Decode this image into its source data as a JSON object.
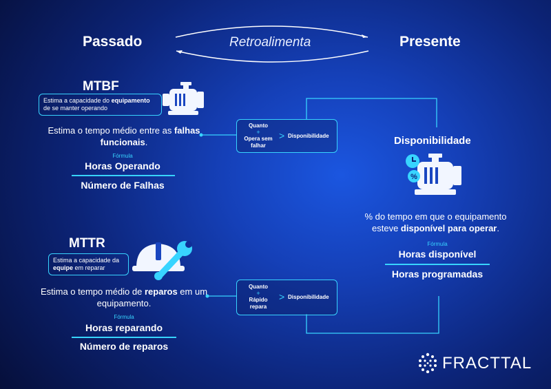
{
  "header": {
    "left": "Passado",
    "center": "Retroalimenta",
    "right": "Presente"
  },
  "mtbf": {
    "title": "MTBF",
    "callout_pre": "Estima a capacidade do ",
    "callout_bold": "equipamento",
    "callout_post": " de se manter operando",
    "desc_pre": "Estima o tempo médio entre as ",
    "desc_bold": "falhas funcionais",
    "desc_post": ".",
    "formula_label": "Fórmula",
    "numerator": "Horas Operando",
    "denominator": "Número de Falhas",
    "box_line1": "Quanto",
    "box_plus": "+",
    "box_line2": "Opera sem",
    "box_line3": "falhar",
    "box_gt": ">",
    "box_result": "Disponibilidade",
    "icon": "motor-pump-icon"
  },
  "mttr": {
    "title": "MTTR",
    "callout_pre": "Estima a capacidade da ",
    "callout_bold": "equipe",
    "callout_post": " em reparar",
    "desc_pre": "Estima o tempo médio de ",
    "desc_bold": "reparos",
    "desc_post": " em um equipamento.",
    "formula_label": "Fórmula",
    "numerator": "Horas reparando",
    "denominator": "Número de reparos",
    "box_line1": "Quanto",
    "box_plus": "+",
    "box_line2": "Rápido",
    "box_line3": "repara",
    "box_gt": ">",
    "box_result": "Disponibilidade",
    "icon": "hardhat-wrench-icon"
  },
  "disponibilidade": {
    "title": "Disponibilidade",
    "desc_pre": "% do tempo em que o equipamento esteve ",
    "desc_bold": "disponível para operar",
    "desc_post": ".",
    "formula_label": "Fórmula",
    "numerator": "Horas disponível",
    "denominator": "Horas programadas",
    "icon": "motor-clock-percent-icon"
  },
  "brand": {
    "name": "FRACTTAL",
    "icon": "fracttal-dots-logo-icon"
  },
  "colors": {
    "accent": "#38d4ff",
    "icon_white": "#f2f6ff"
  }
}
